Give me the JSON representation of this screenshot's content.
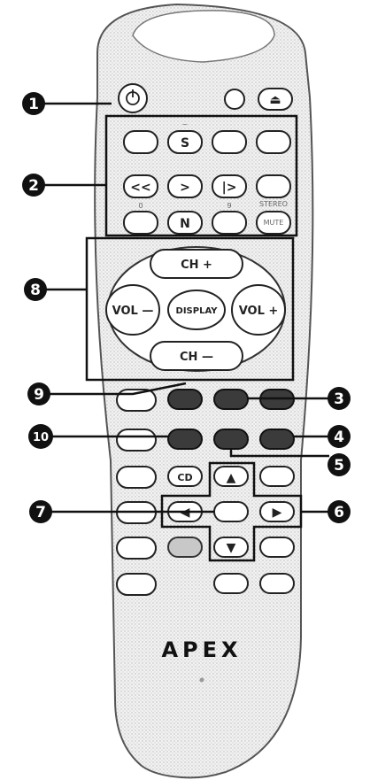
{
  "brand": "APEX",
  "callouts": [
    "1",
    "2",
    "3",
    "4",
    "5",
    "6",
    "7",
    "8",
    "9",
    "10"
  ],
  "nav_labels": {
    "ch_up": "CH +",
    "ch_down": "CH —",
    "vol_down": "VOL —",
    "vol_up": "VOL +",
    "center": "DISPLAY"
  },
  "small_labels": {
    "tilde": "~",
    "key_0": "0",
    "key_9": "9",
    "key_n": "N",
    "stereo": "STEREO",
    "mute": "MUTE"
  }
}
